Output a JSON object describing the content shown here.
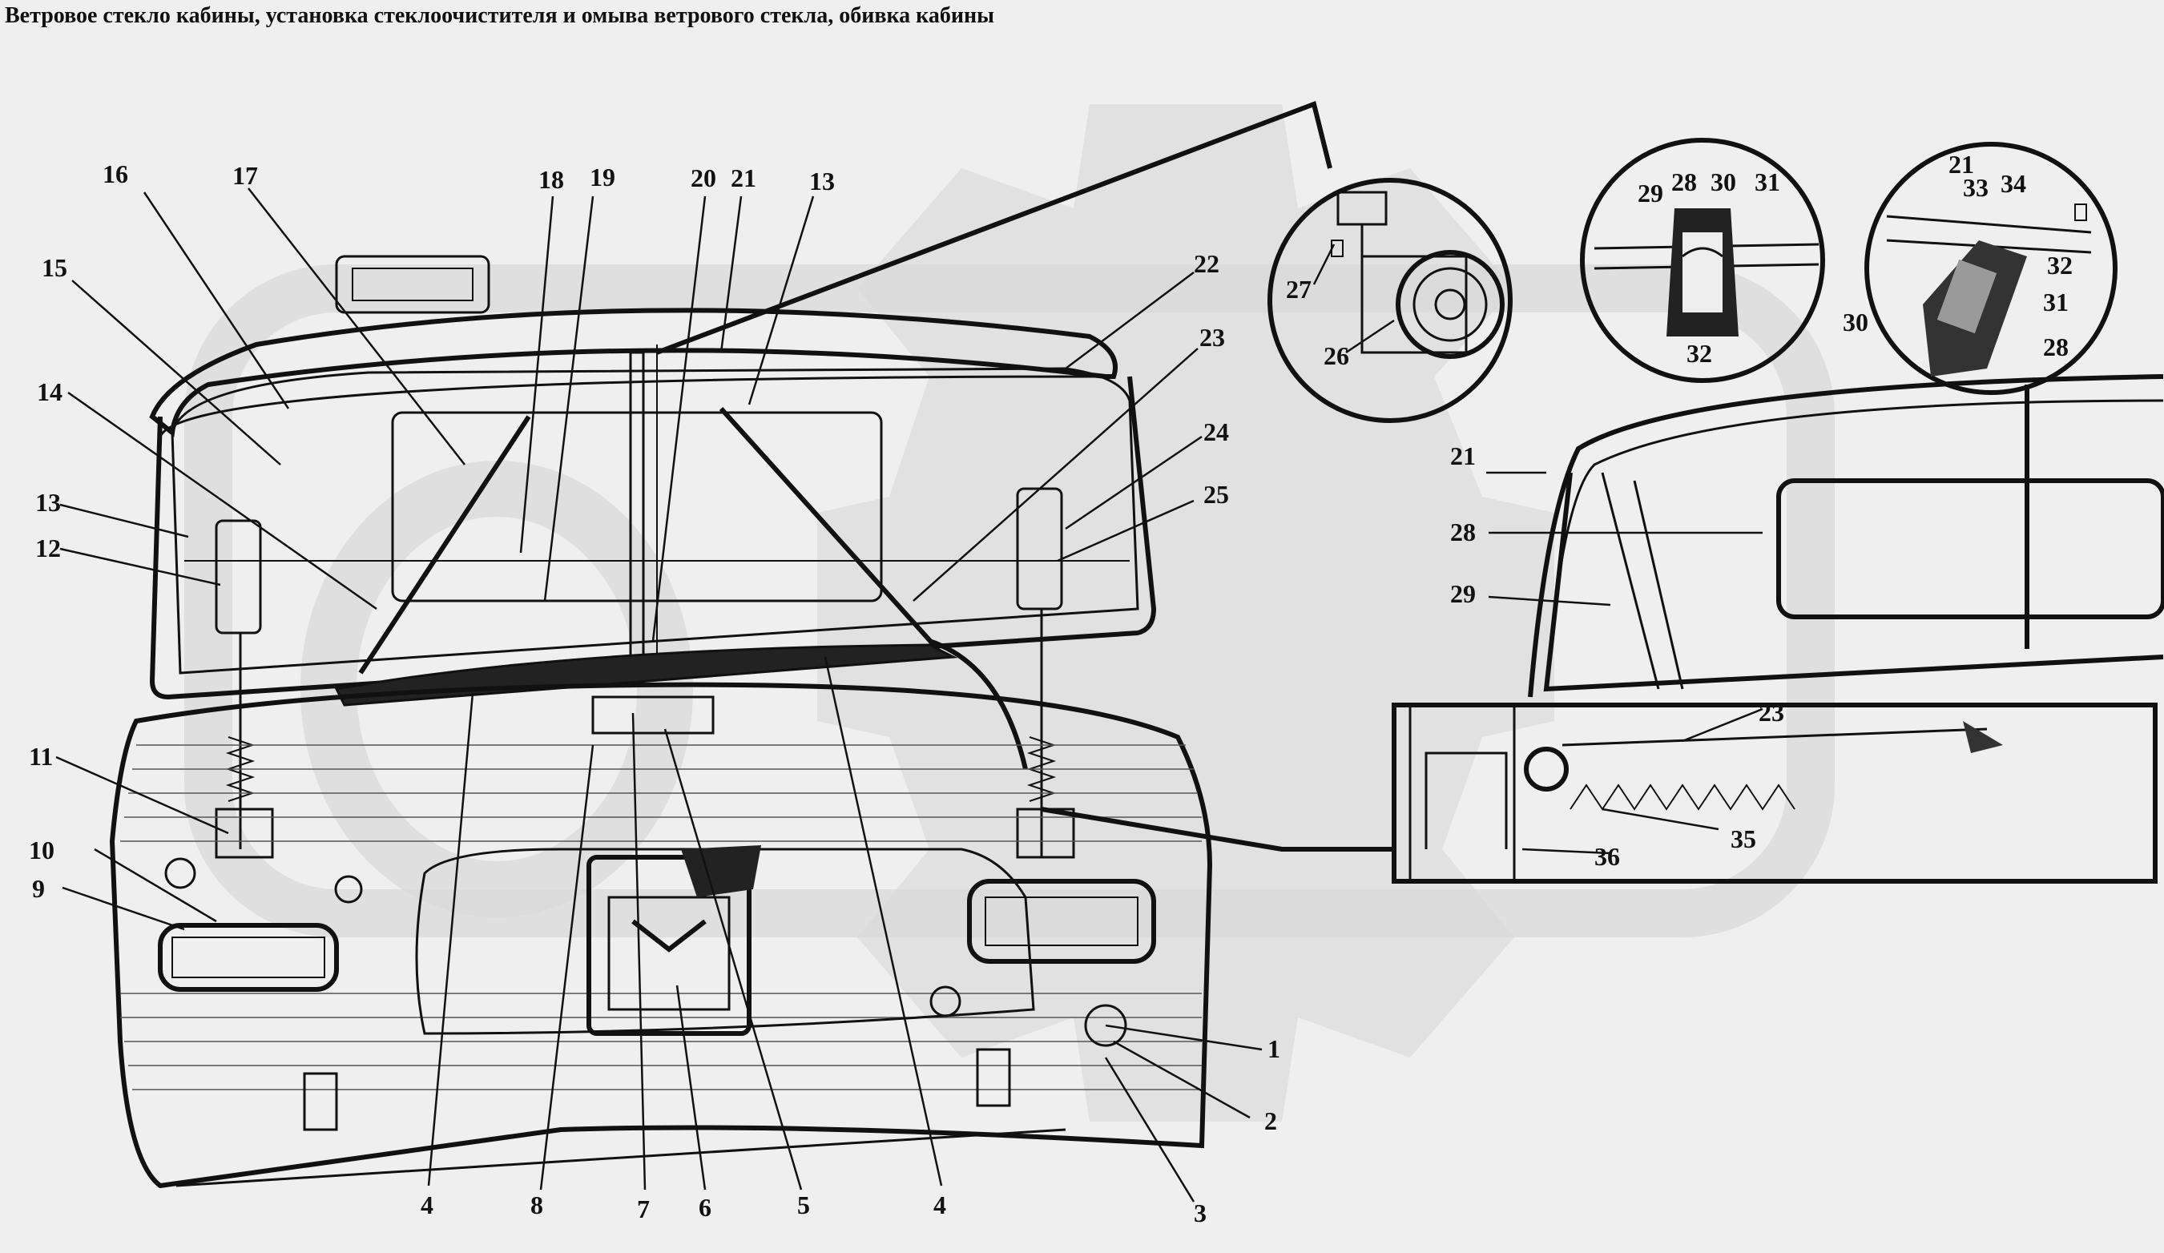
{
  "title": "Ветровое стекло кабины, установка стеклоочистителя и омыва ветрового стекла, обивка кабины",
  "watermark": {
    "icon": "gear-logo-watermark",
    "color": "#d2d2d2"
  },
  "callouts": {
    "front": [
      "1",
      "2",
      "3",
      "4",
      "4",
      "5",
      "6",
      "7",
      "8",
      "9",
      "10",
      "11",
      "12",
      "13",
      "13",
      "14",
      "15",
      "16",
      "17",
      "18",
      "19",
      "20",
      "21",
      "22",
      "23",
      "24",
      "25"
    ],
    "detail_motor": [
      "26",
      "27"
    ],
    "detail_section_a": [
      "28",
      "29",
      "30",
      "31",
      "32"
    ],
    "detail_section_b": [
      "21",
      "28",
      "30",
      "31",
      "32",
      "33",
      "34"
    ],
    "side": [
      "21",
      "23",
      "28",
      "29",
      "35",
      "36"
    ]
  }
}
